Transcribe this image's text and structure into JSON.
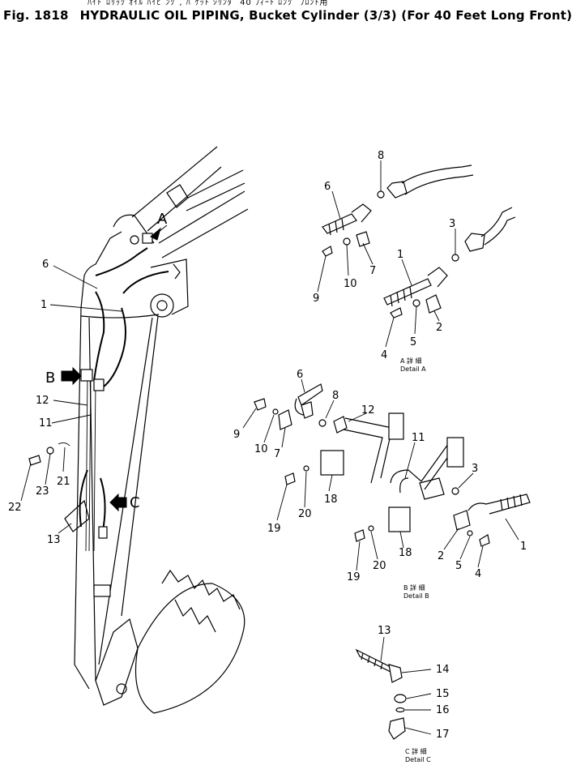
{
  "header": {
    "japanese_line": "ﾊｲﾄﾞﾛﾘｯｸ ｵｲﾙ ﾊｲﾋﾟﾝｸﾞ, ﾊﾞｹｯﾄ ｼﾘﾝﾀﾞ  40 ﾌｨｰﾄ ﾛﾝｸﾞ ﾌﾛﾝﾄ用",
    "figure_number": "Fig. 1818",
    "title": "HYDRAULIC OIL PIPING, Bucket Cylinder (3/3) (For 40 Feet Long Front)"
  },
  "view_markers": [
    "A",
    "B",
    "C"
  ],
  "main_view_callouts": [
    "6",
    "1",
    "12",
    "11",
    "21",
    "22",
    "23",
    "13"
  ],
  "detail_a": {
    "callouts": [
      "8",
      "6",
      "3",
      "1",
      "9",
      "10",
      "7",
      "2",
      "5",
      "4"
    ],
    "caption_jp": "A 詳 細",
    "caption": "Detail A"
  },
  "detail_b": {
    "callouts": [
      "6",
      "8",
      "12",
      "9",
      "10",
      "7",
      "11",
      "3",
      "19",
      "20",
      "18",
      "18",
      "1",
      "2",
      "5",
      "4",
      "19",
      "20"
    ],
    "caption_jp": "B 詳 細",
    "caption": "Detail B"
  },
  "detail_c": {
    "callouts": [
      "13",
      "14",
      "15",
      "16",
      "17"
    ],
    "caption_jp": "C 詳 細",
    "caption": "Detail C"
  }
}
